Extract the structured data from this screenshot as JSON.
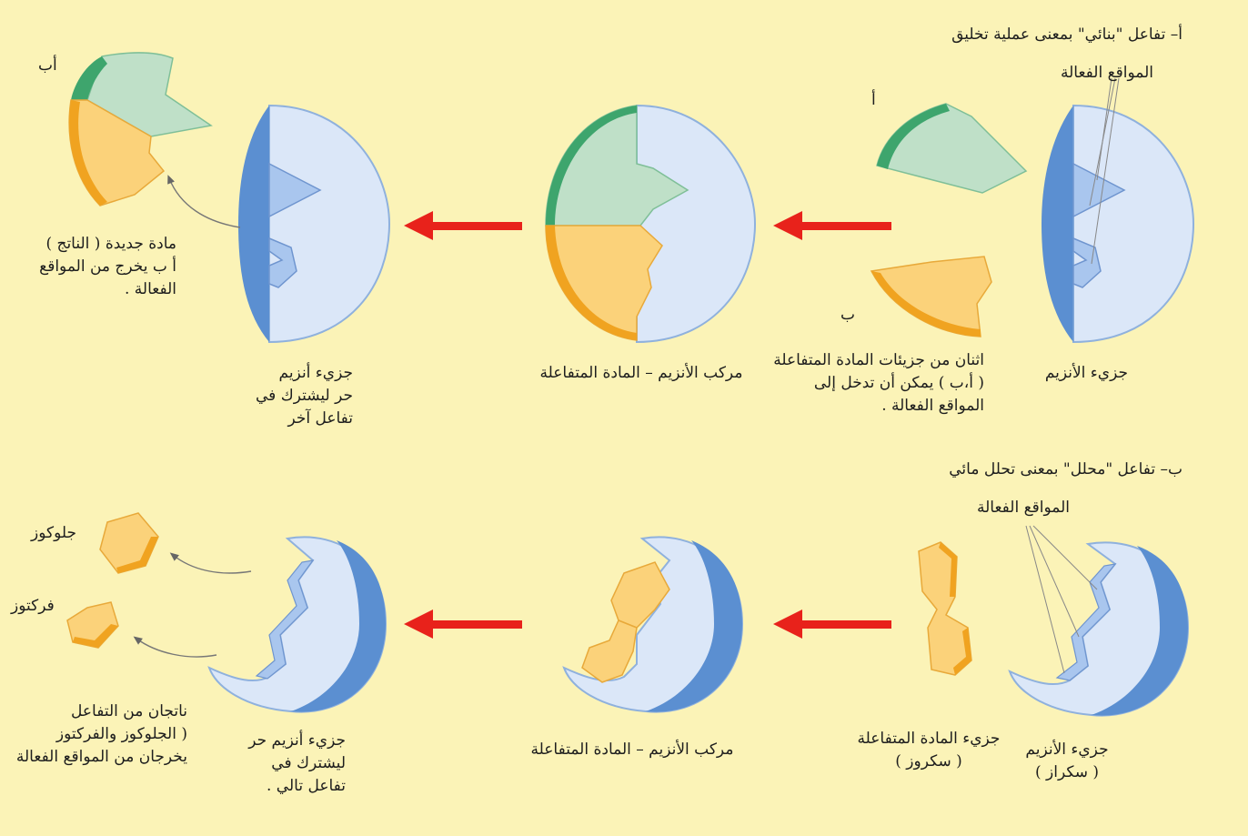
{
  "colors": {
    "background": "#fbf3b7",
    "enzyme_light": "#dbe7f8",
    "enzyme_dark": "#5b8fd1",
    "site_fill": "#a9c6ee",
    "substrate_green": "#bfe0c8",
    "substrate_green_dark": "#3ea56d",
    "substrate_orange": "#fbd27a",
    "substrate_orange_dark": "#f0a320",
    "arrow": "#e8221b"
  },
  "panel_a": {
    "title": "أ– تفاعل \"بنائي\" بمعنى عملية تخليق",
    "active_sites": "المواقع الفعالة",
    "enzyme_molecule": "جزيء الأنزيم",
    "label_a": "أ",
    "label_b": "ب",
    "substrates_desc": [
      "اثنان من جزيئات المادة المتفاعلة",
      "( أ،ب ) يمكن أن تدخل إلى",
      "المواقع الفعالة ."
    ],
    "complex": "مركب الأنزيم – المادة المتفاعلة",
    "free_enzyme": [
      "جزيء أنزيم",
      "حر ليشترك في",
      "تفاعل آخر"
    ],
    "label_ab": "أب",
    "product_desc": [
      "مادة جديدة ( الناتج )",
      "أ ب يخرج من المواقع",
      "الفعالة ."
    ]
  },
  "panel_b": {
    "title": "ب– تفاعل \"محلل\" بمعنى تحلل مائي",
    "active_sites": "المواقع الفعالة",
    "enzyme_molecule": [
      "جزيء الأنزيم",
      "( سكراز )"
    ],
    "substrate": [
      "جزيء المادة المتفاعلة",
      "( سكروز )"
    ],
    "complex": "مركب الأنزيم – المادة المتفاعلة",
    "free_enzyme": [
      "جزيء أنزيم حر",
      "ليشترك في",
      "تفاعل تالي ."
    ],
    "products_desc": [
      "ناتجان من التفاعل",
      "( الجلوكوز والفركتوز",
      "يخرجان من المواقع الفعالة"
    ],
    "glucose": "جلوكوز",
    "fructose": "فركتوز"
  }
}
